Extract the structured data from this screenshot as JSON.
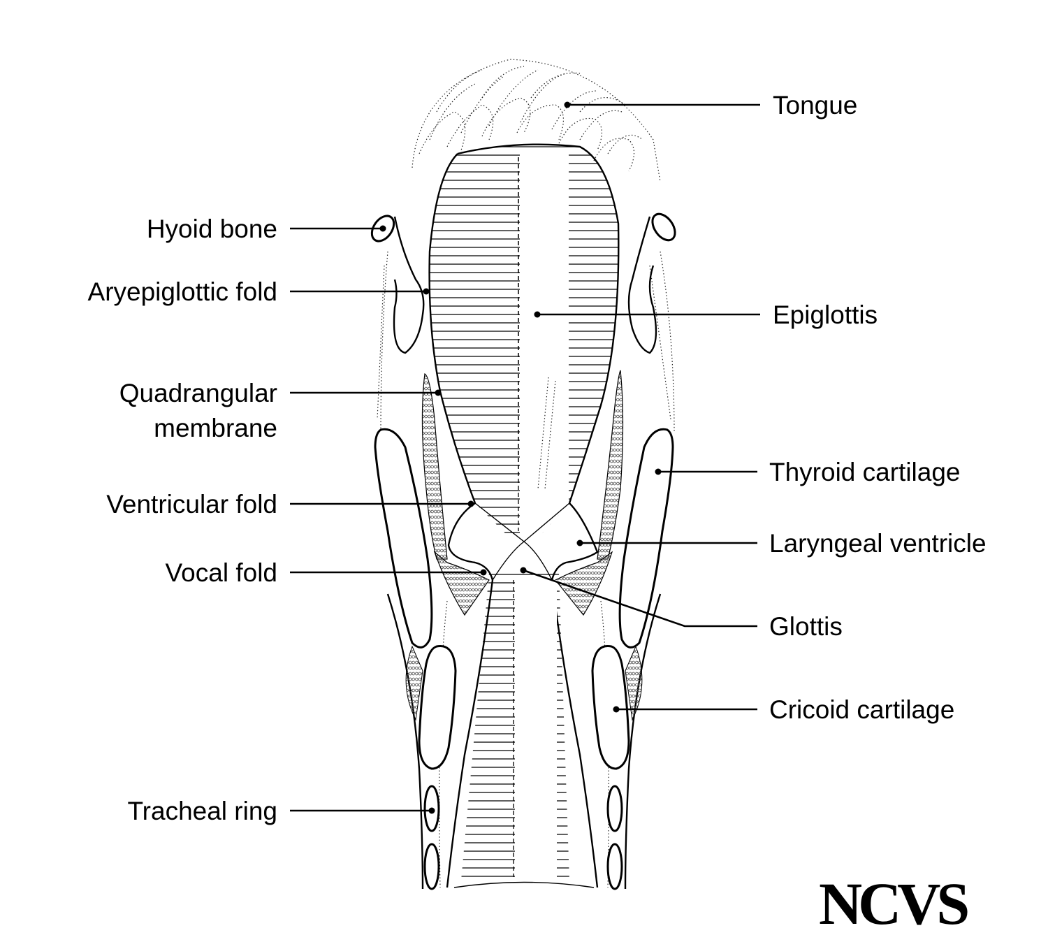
{
  "labels": {
    "tongue": "Tongue",
    "hyoid_bone": "Hyoid bone",
    "aryepiglottic_fold": "Aryepiglottic fold",
    "epiglottis": "Epiglottis",
    "quadrangular_membrane_line1": "Quadrangular",
    "quadrangular_membrane_line2": "membrane",
    "thyroid_cartilage": "Thyroid cartilage",
    "ventricular_fold": "Ventricular fold",
    "laryngeal_ventricle": "Laryngeal ventricle",
    "vocal_fold": "Vocal fold",
    "glottis": "Glottis",
    "cricoid_cartilage": "Cricoid cartilage",
    "tracheal_ring": "Tracheal ring"
  },
  "logo": "NCVS"
}
